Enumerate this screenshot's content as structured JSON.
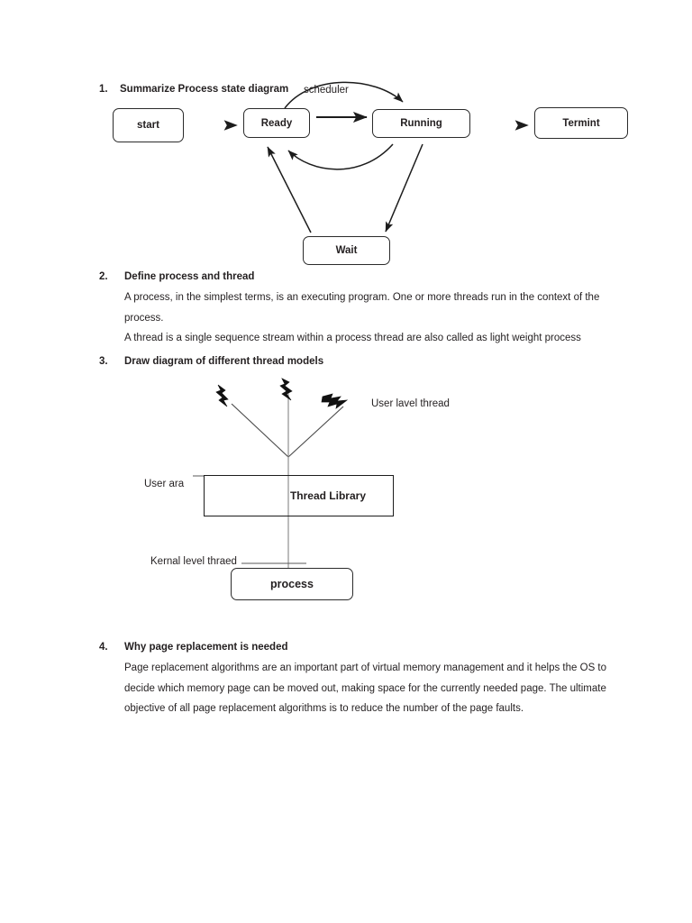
{
  "document": {
    "page_background": "#ffffff",
    "text_color": "#231f20",
    "ink_color": "#2b2b2b"
  },
  "questions": [
    {
      "number": "1.",
      "heading": "Summarize Process state diagram",
      "body": ""
    },
    {
      "number": "2.",
      "heading": "Define process and thread",
      "body": "A process, in the simplest terms, is an executing program. One or more threads run in the context of the process.\nA thread is a single sequence stream within a process thread are also called as light weight process"
    },
    {
      "number": "3.",
      "heading": "Draw diagram of different thread models",
      "body": ""
    },
    {
      "number": "4.",
      "heading": "Why page replacement is needed",
      "body": "Page replacement algorithms are an important part of virtual memory management and it helps the OS to decide which memory page can be moved out, making space for the currently needed page. The ultimate objective of all page replacement algorithms is to reduce the number of the page faults."
    }
  ],
  "process_state_diagram": {
    "scheduler_label": "scheduler",
    "states": [
      {
        "id": "start",
        "label": "start"
      },
      {
        "id": "ready",
        "label": "Ready"
      },
      {
        "id": "running",
        "label": "Running"
      },
      {
        "id": "termint",
        "label": "Termint"
      },
      {
        "id": "wait",
        "label": "Wait"
      }
    ]
  },
  "thread_model_diagram": {
    "user_level_thread_label": "User lavel thread",
    "user_area_label": "User ara",
    "kernel_level_thread_label": "Kernal level thraed",
    "thread_library_label": "Thread Library",
    "process_label": "process",
    "thread_symbol_count": 3
  }
}
